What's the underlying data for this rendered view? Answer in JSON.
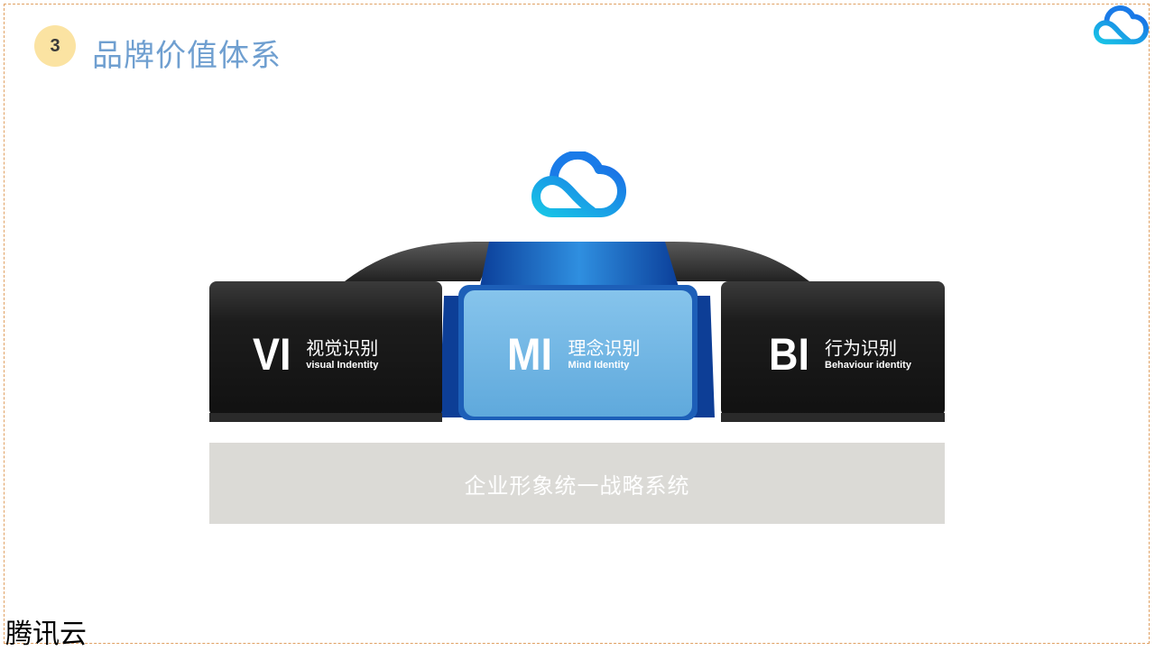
{
  "slide": {
    "section_number": "3",
    "title": "品牌价值体系",
    "brand_name": "腾讯云"
  },
  "identity_blocks": [
    {
      "abbr": "VI",
      "cn": "视觉识别",
      "en": "visual Indentity"
    },
    {
      "abbr": "MI",
      "cn": "理念识别",
      "en": "Mind Identity"
    },
    {
      "abbr": "BI",
      "cn": "行为识别",
      "en": "Behaviour identity"
    }
  ],
  "strategy_bar": {
    "text": "企业形象统一战略系统"
  },
  "colors": {
    "title": "#6f9fd0",
    "accent_circle": "#fbe3a2",
    "frame_dash": "#e0a062",
    "mi_block": "#6fb4de",
    "dark_block": "#1f1f1f",
    "strategy_bar": "#dbdad6",
    "logo_blue": "#1a7be8",
    "logo_cyan": "#18c5e6"
  },
  "icons": [
    "tencent-cloud-logo-icon"
  ]
}
